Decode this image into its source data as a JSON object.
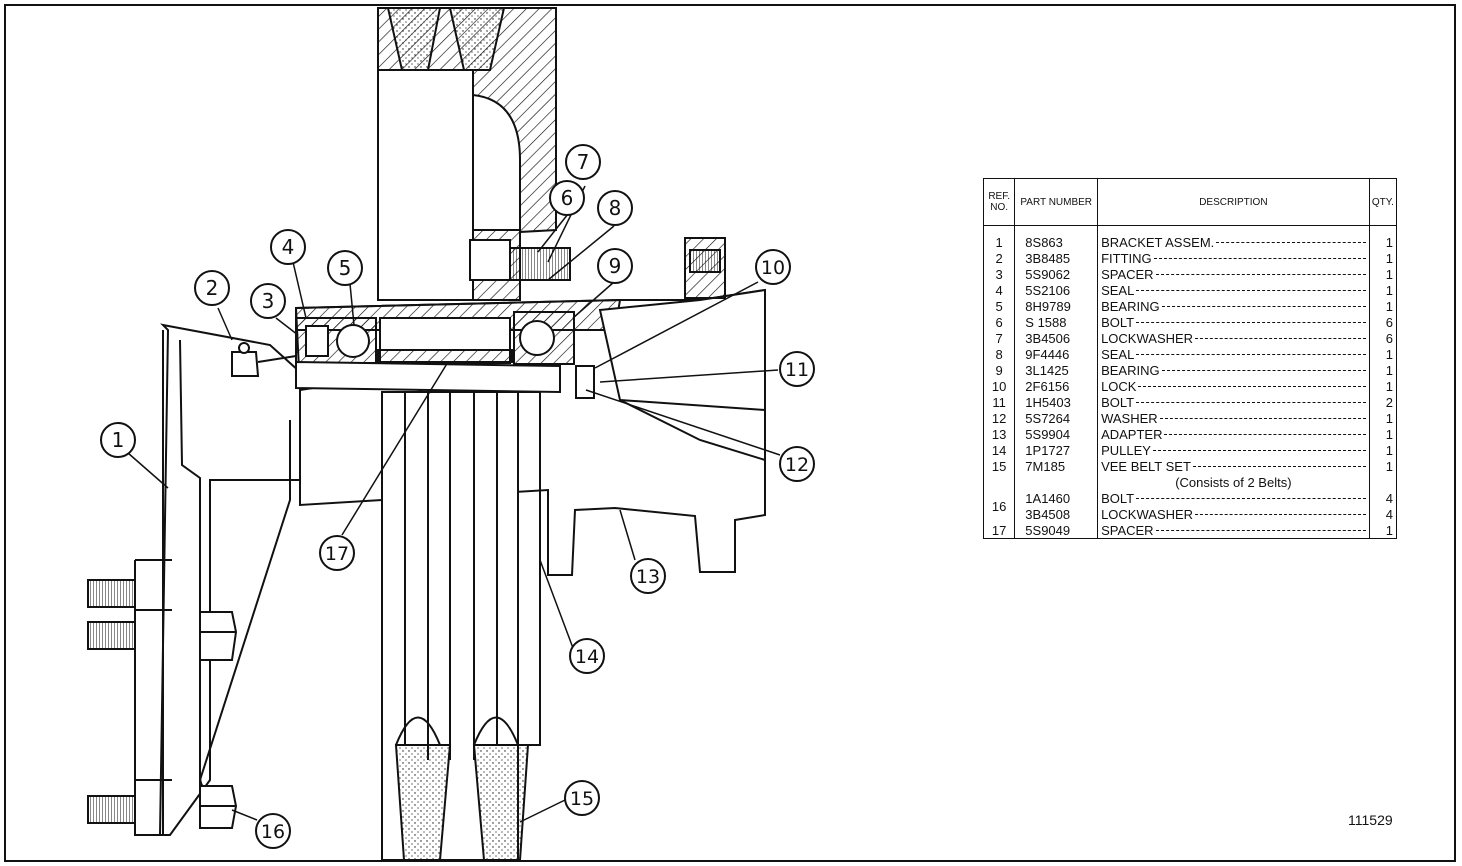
{
  "drawing": {
    "callouts": [
      "1",
      "2",
      "3",
      "4",
      "5",
      "6",
      "7",
      "8",
      "9",
      "10",
      "11",
      "12",
      "13",
      "14",
      "15",
      "16",
      "17"
    ],
    "drawing_number": "111529"
  },
  "table": {
    "headers": {
      "ref": "REF. NO.",
      "part_number": "PART NUMBER",
      "description": "DESCRIPTION",
      "qty": "QTY."
    },
    "rows": [
      {
        "ref": "1",
        "part_number": "8S863",
        "description": "BRACKET ASSEM.",
        "qty": "1"
      },
      {
        "ref": "2",
        "part_number": "3B8485",
        "description": "FITTING",
        "qty": "1"
      },
      {
        "ref": "3",
        "part_number": "5S9062",
        "description": "SPACER",
        "qty": "1"
      },
      {
        "ref": "4",
        "part_number": "5S2106",
        "description": "SEAL",
        "qty": "1"
      },
      {
        "ref": "5",
        "part_number": "8H9789",
        "description": "BEARING",
        "qty": "1"
      },
      {
        "ref": "6",
        "part_number": "S 1588",
        "description": "BOLT",
        "qty": "6"
      },
      {
        "ref": "7",
        "part_number": "3B4506",
        "description": "LOCKWASHER",
        "qty": "6"
      },
      {
        "ref": "8",
        "part_number": "9F4446",
        "description": "SEAL",
        "qty": "1"
      },
      {
        "ref": "9",
        "part_number": "3L1425",
        "description": "BEARING",
        "qty": "1"
      },
      {
        "ref": "10",
        "part_number": "2F6156",
        "description": "LOCK",
        "qty": "1"
      },
      {
        "ref": "11",
        "part_number": "1H5403",
        "description": "BOLT",
        "qty": "2"
      },
      {
        "ref": "12",
        "part_number": "5S7264",
        "description": "WASHER",
        "qty": "1"
      },
      {
        "ref": "13",
        "part_number": "5S9904",
        "description": "ADAPTER",
        "qty": "1"
      },
      {
        "ref": "14",
        "part_number": "1P1727",
        "description": "PULLEY",
        "qty": "1"
      },
      {
        "ref": "15",
        "part_number": "7M185",
        "description": "VEE BELT SET",
        "qty": "1"
      }
    ],
    "note_15": "(Consists of 2 Belts)",
    "row_16": {
      "ref": "16",
      "part_numbers": [
        "1A1460",
        "3B4508"
      ],
      "descriptions": [
        "BOLT",
        "LOCKWASHER"
      ],
      "qtys": [
        "4",
        "4"
      ]
    },
    "row_17": {
      "ref": "17",
      "part_number": "5S9049",
      "description": "SPACER",
      "qty": "1"
    }
  }
}
